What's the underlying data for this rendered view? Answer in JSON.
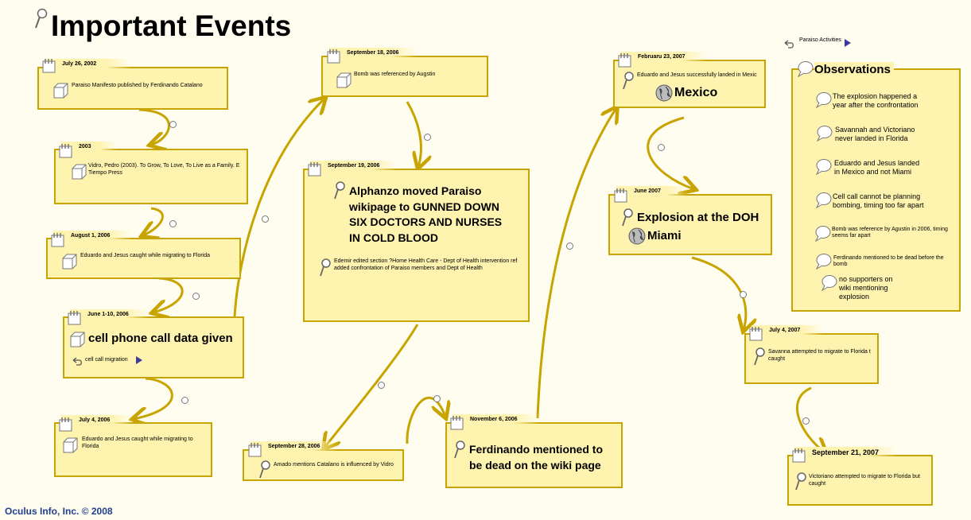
{
  "title": "Important Events",
  "footer": "Oculus Info, Inc. © 2008",
  "paraiso_activities": "Paraiso Activities",
  "colors": {
    "card_fill": "#fff3b0",
    "card_border": "#c8a400",
    "link": "#c8a400",
    "footer": "#1f3f8f"
  },
  "events": [
    {
      "date": "July 26, 2002",
      "text": "Paraiso Manifesto published by Ferdinando Catalano",
      "icon": "cube-icon"
    },
    {
      "date": "2003",
      "text": "Vidro, Pedro (2003). To Grow, To Love, To Live as a Family. E",
      "text2": "Tiempo Press",
      "icon": "cube-icon"
    },
    {
      "date": "August 1, 2006",
      "text": "Eduardo and Jesus caught while migrating to Florida",
      "icon": "cube-icon"
    },
    {
      "date": "June 1-10, 2006",
      "text": "cell phone call data given",
      "sub": "cell call migration",
      "icon": "cube-icon"
    },
    {
      "date": "July 4, 2006",
      "text": "Eduardo and Jesus caught while migrating to",
      "text2": "Florida",
      "icon": "cube-icon"
    },
    {
      "date": "September 18, 2006",
      "text": "Bomb was referenced by Augstin",
      "icon": "cube-icon"
    },
    {
      "date": "September 19, 2006",
      "text_lines": [
        "Alphanzo moved Paraiso",
        "wikipage to GUNNED DOWN",
        "SIX DOCTORS AND NURSES",
        "IN COLD BLOOD"
      ],
      "text2": "Edemir edited section ?Home Health Care - Dept of Health intervention ref",
      "text3": "added confrontation of Paraiso members and Dept of Health",
      "icon": "pin-icon"
    },
    {
      "date": "September 28, 2006",
      "text": "Amado mentions Catalano is influenced by Vidro",
      "icon": "pin-icon"
    },
    {
      "date": "November 6, 2006",
      "text_lines": [
        "Ferdinando mentioned to",
        "be dead on the wiki page"
      ],
      "icon": "pin-icon"
    },
    {
      "date": "Februaru 23, 2007",
      "text": "Eduardo and Jesus successfully landed in Mexic",
      "place": "Mexico",
      "icon": "pin-icon"
    },
    {
      "date": "June 2007",
      "text": "Explosion at the DOH",
      "place": "Miami",
      "icon": "pin-icon"
    },
    {
      "date": "July 4, 2007",
      "text": "Savanna attempted to migrate to Florida t",
      "text2": "caught",
      "icon": "pin-icon"
    },
    {
      "date": "September 21, 2007",
      "text": "Victoriano attempted to migrate to Florida but",
      "text2": "caught",
      "icon": "pin-icon"
    }
  ],
  "observations": {
    "title": "Observations",
    "items": [
      {
        "lines": [
          "The explosion happened a",
          "year after the confrontation"
        ]
      },
      {
        "lines": [
          "Savannah and Victoriano",
          "never landed in Florida"
        ]
      },
      {
        "lines": [
          "Eduardo and Jesus landed",
          "in Mexico and not Miami"
        ]
      },
      {
        "lines": [
          "Cell call cannot be planning",
          "bombing, timing too far apart"
        ]
      },
      {
        "lines": [
          "Bomb was reference by Agustin in 2006, timing",
          "seems far apart"
        ],
        "small": true
      },
      {
        "lines": [
          "Ferdinando mentioned to be dead before the",
          "bomb"
        ],
        "small": true
      },
      {
        "lines": [
          "no supporters on",
          "wiki mentioning",
          "explosion"
        ]
      }
    ]
  }
}
